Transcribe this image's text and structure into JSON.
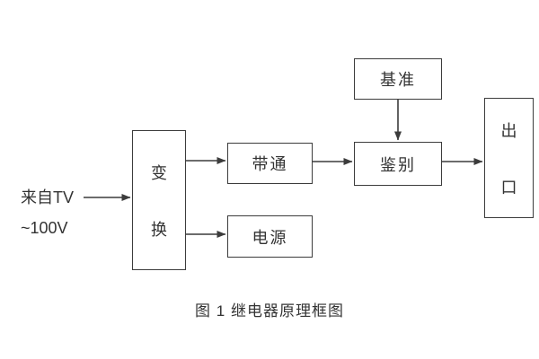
{
  "diagram": {
    "type": "block-diagram",
    "source": {
      "line1": "来自TV",
      "line2": "~100V"
    },
    "blocks": {
      "transform": {
        "chars": [
          "变",
          "换"
        ]
      },
      "bandpass": {
        "label": "带通"
      },
      "power": {
        "label": "电源"
      },
      "reference": {
        "label": "基准"
      },
      "discriminator": {
        "label": "鉴别"
      },
      "output": {
        "chars": [
          "出",
          "口"
        ]
      }
    },
    "connections": [
      {
        "from": "source",
        "to": "transform"
      },
      {
        "from": "transform",
        "to": "bandpass"
      },
      {
        "from": "transform",
        "to": "power"
      },
      {
        "from": "bandpass",
        "to": "discriminator"
      },
      {
        "from": "reference",
        "to": "discriminator"
      },
      {
        "from": "discriminator",
        "to": "output"
      }
    ],
    "caption": "图 1 继电器原理框图"
  },
  "colors": {
    "line": "#3c3c3c",
    "text": "#333333",
    "background": "#ffffff"
  }
}
